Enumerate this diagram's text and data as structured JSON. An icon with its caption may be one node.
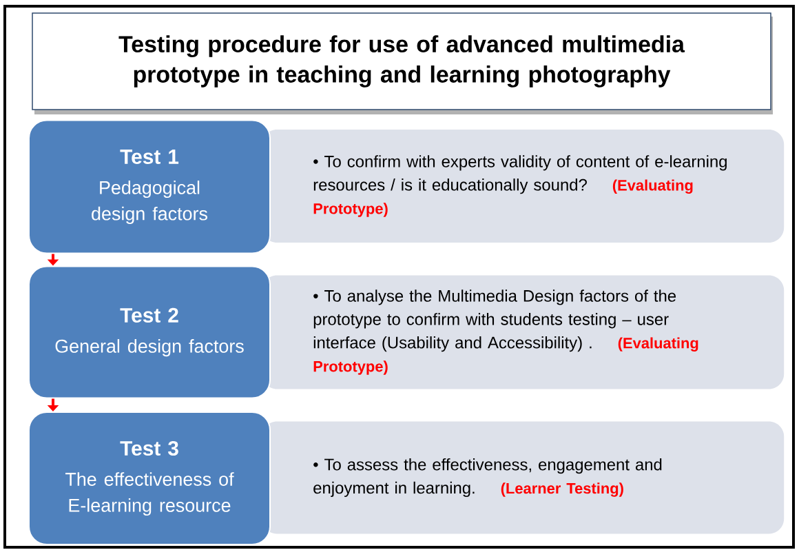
{
  "diagram": {
    "title": "Testing procedure for use of advanced multimedia prototype in teaching and learning photography",
    "nodes": [
      {
        "text": [
          "Test 1",
          "Pedagogical design factors"
        ]
      },
      {
        "text": [
          "• To confirm with experts validity of content of e-learning resources / is it educationally sound?",
          "(Evaluating Prototype)"
        ]
      },
      {
        "text": [
          "Test 2",
          "General design factors"
        ]
      },
      {
        "text": [
          "• To analyse the Multimedia Design factors of the prototype to confirm with students testing – user interface (Usability and Accessibility) .",
          "(Evaluating Prototype)"
        ]
      },
      {
        "text": [
          "Test 3",
          "The effectiveness of E-learning resource"
        ]
      },
      {
        "text": [
          "• To assess the effectiveness, engagement and enjoyment in learning.",
          "(Learner Testing)"
        ]
      }
    ],
    "edges": [
      {
        "from": 0,
        "to": 2,
        "arrow": "to",
        "color": "#ff0000"
      },
      {
        "from": 2,
        "to": 4,
        "arrow": "to",
        "color": "#ff0000"
      }
    ]
  }
}
